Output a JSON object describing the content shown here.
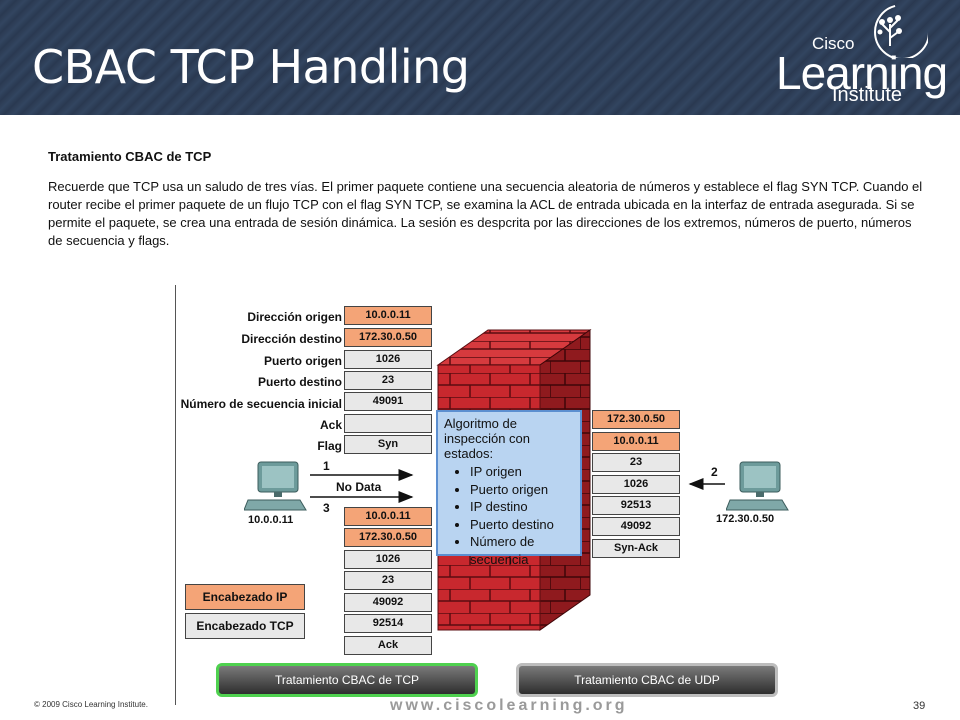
{
  "header": {
    "title": "CBAC TCP Handling",
    "logo": {
      "cisco": "Cisco",
      "learning": "Learning",
      "institute": "Institute"
    }
  },
  "content": {
    "title": "Tratamiento CBAC de TCP",
    "paragraph": "Recuerde que TCP usa un saludo de tres vías. El primer paquete contiene una secuencia aleatoria de números y establece el flag SYN TCP. Cuando el router recibe el primer paquete de un flujo TCP con el flag SYN TCP, se examina la ACL de entrada ubicada en la interfaz de entrada asegurada. Si se permite el paquete, se crea una entrada de sesión dinámica. La sesión es despcrita por las direcciones de los extremos, números de puerto, números de secuencia y flags."
  },
  "diagram": {
    "field_labels": [
      "Dirección origen",
      "Dirección destino",
      "Puerto origen",
      "Puerto destino",
      "Número de secuencia inicial",
      "Ack",
      "Flag"
    ],
    "packet1": [
      "10.0.0.11",
      "172.30.0.50",
      "1026",
      "23",
      "49091",
      "",
      "Syn"
    ],
    "packet2": [
      "172.30.0.50",
      "10.0.0.11",
      "23",
      "1026",
      "92513",
      "49092",
      "Syn-Ack"
    ],
    "packet3": [
      "10.0.0.11",
      "172.30.0.50",
      "1026",
      "23",
      "49092",
      "92514",
      "Ack"
    ],
    "inspection": {
      "title": "Algoritmo de inspección con estados:",
      "items": [
        "IP origen",
        "Puerto origen",
        "IP destino",
        "Puerto destino",
        "Número de secuencia"
      ]
    },
    "left_host": "10.0.0.11",
    "right_host": "172.30.0.50",
    "step1": "1",
    "step2": "2",
    "step3": "3",
    "arrow_label": "No Data",
    "legend": {
      "ip_header": "Encabezado IP",
      "tcp_header": "Encabezado TCP"
    },
    "colors": {
      "ip_field": "#f4a477",
      "tcp_field": "#e8e8e8",
      "inspection_bg": "#b9d4f1",
      "brick": "#c8282e"
    }
  },
  "tabs": [
    {
      "label": "Tratamiento CBAC de TCP",
      "active": true
    },
    {
      "label": "Tratamiento CBAC de UDP",
      "active": false
    }
  ],
  "footer": {
    "copyright": "© 2009 Cisco Learning Institute.",
    "url": "www.ciscolearning.org",
    "page": "39"
  }
}
